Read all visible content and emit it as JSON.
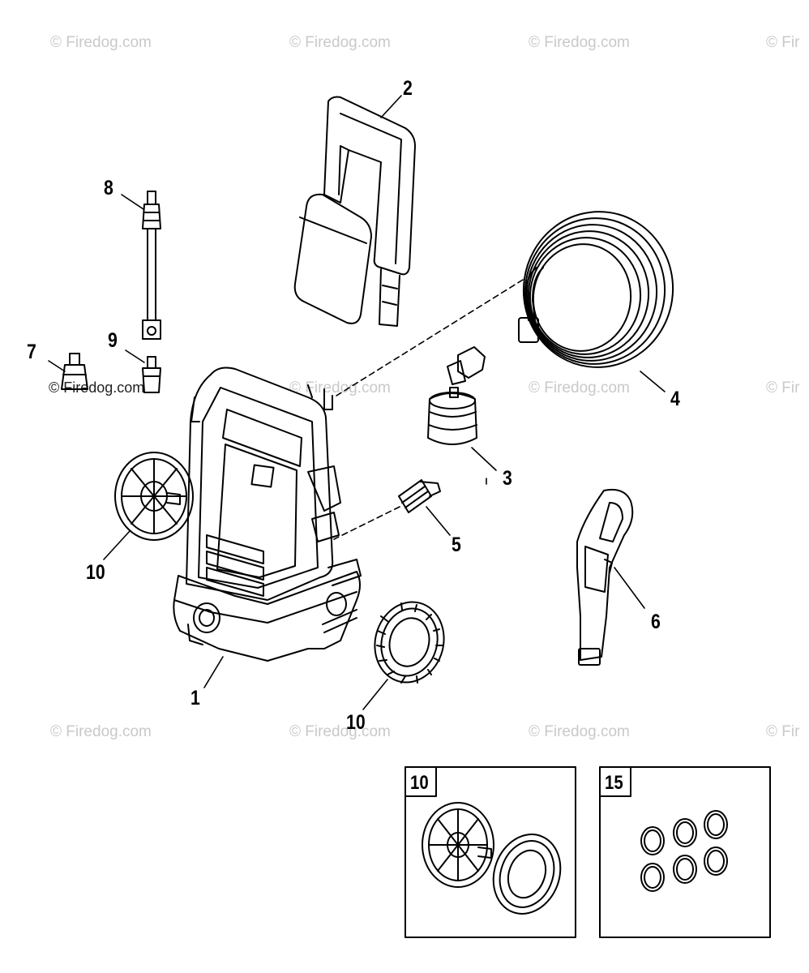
{
  "diagram": {
    "watermark": "© Firedog.com",
    "watermark_partial": "© Fir",
    "callouts": [
      "1",
      "2",
      "3",
      "4",
      "5",
      "6",
      "7",
      "8",
      "9",
      "10",
      "10"
    ],
    "insets": [
      {
        "label": "10"
      },
      {
        "label": "15"
      }
    ],
    "colors": {
      "line": "#000000",
      "watermark": "#c9c9c9",
      "background": "#ffffff"
    }
  }
}
